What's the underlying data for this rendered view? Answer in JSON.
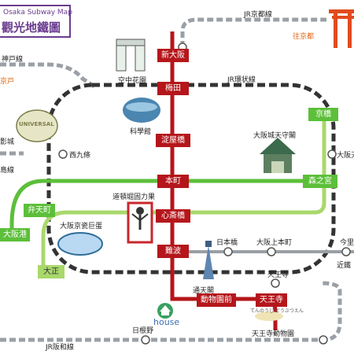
{
  "title": {
    "en": "Osaka Subway Map",
    "zh": "觀光地鐵圖"
  },
  "lines": {
    "jr_kyoto": "JR京都線",
    "jr_kanjo": "JR環状線",
    "jr_hanwa": "JR阪和線",
    "kobe": "神戸線"
  },
  "red_line_stations": [
    "新大阪",
    "梅田",
    "淀屋橋",
    "本町",
    "心斎橋",
    "難波",
    "動物園前",
    "天王寺"
  ],
  "green_stations": [
    "京橋",
    "森之宮",
    "弁天町",
    "大阪港",
    "大正"
  ],
  "labels": {
    "kobe_partial": "京戸",
    "to_kyoto": "往京都",
    "kyobashi_abbr": "京橋",
    "osaka_tenmangu": "大阪天",
    "shinsekai_area": "天王寺",
    "tsutenkaku": "通天閣",
    "nipponbashi": "日本橋",
    "osaka_uehommachi": "大阪上本町",
    "imazato": "今里",
    "kintetsu": "近鐵",
    "tennoji": "天王寺",
    "shinsekai": "てんのうじ どうぶつえん",
    "zoo": "天王寺動物園",
    "hinodeno": "日根野",
    "house": "house",
    "sky_building": "空中花園",
    "science_museum": "科學館",
    "osaka_castle": "大阪城天守閣",
    "glico": "道頓堀固力果",
    "kyocera": "大阪京瓷巨蛋",
    "nishikujo": "西九條",
    "universal": "UNIVERSAL",
    "kage_city": "影城",
    "sakurajima": "島線",
    "kobe_line_label": "神戸線"
  },
  "colors": {
    "red_line": "#b5161b",
    "green_line": "#5cbf3a",
    "light_green_line": "#a9d86b",
    "jr_gray": "#9aa0a6",
    "loop_black": "#333333",
    "title_purple": "#6a3d8f",
    "orange": "#e0640f"
  }
}
